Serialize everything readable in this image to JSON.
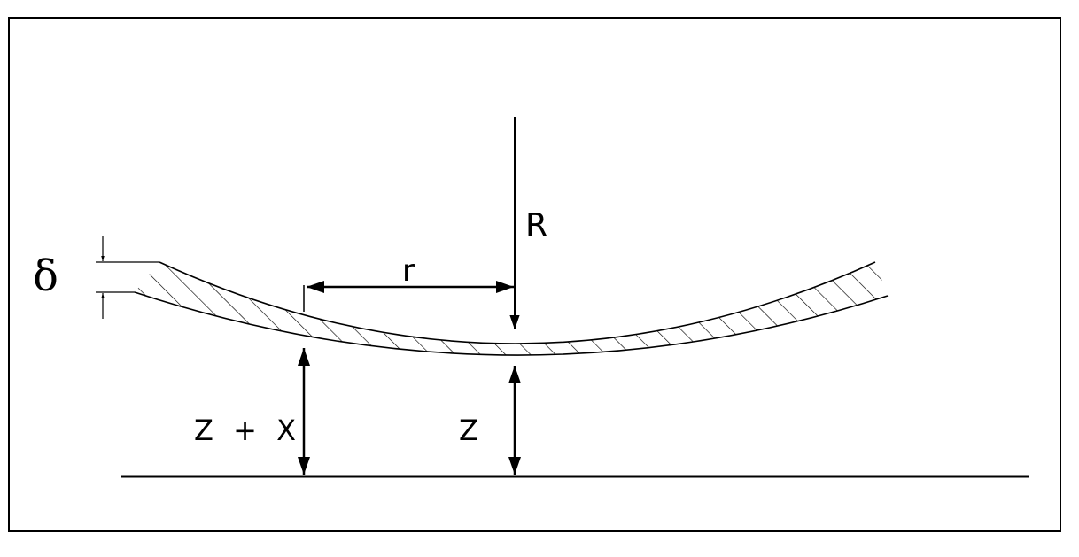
{
  "diagram": {
    "labels": {
      "delta": "δ",
      "r": "r",
      "R": "R",
      "z_plus_x": "Z + X",
      "z": "Z"
    },
    "colors": {
      "line": "#000000",
      "background": "#ffffff"
    }
  }
}
